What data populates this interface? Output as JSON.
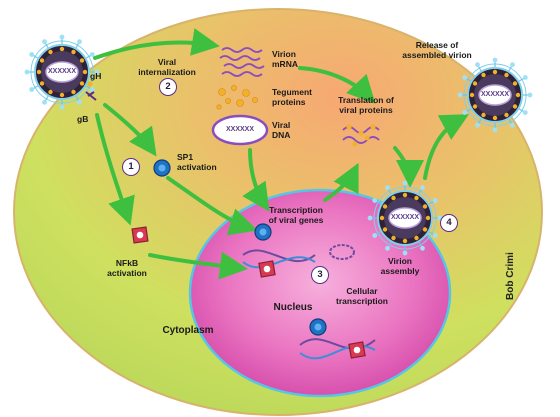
{
  "labels": {
    "gH": "gH",
    "gB": "gB",
    "viral_internalization": "Viral internalization",
    "virion_mrna": "Virion mRNA",
    "tegument_proteins": "Tegument proteins",
    "viral_dna": "Viral DNA",
    "translation_viral_proteins": "Translation of viral proteins",
    "release_assembled_virion": "Release of assembled virion",
    "sp1_activation": "SP1 activation",
    "transcription_viral_genes": "Transcription of viral genes",
    "virion_assembly": "Virion assembly",
    "nfkb_activation": "NFkB activation",
    "nucleus": "Nucleus",
    "cellular_transcription": "Cellular transcription",
    "cytoplasm": "Cytoplasm",
    "genome_text": "XXXXXX"
  },
  "steps": [
    "1",
    "2",
    "3",
    "4"
  ],
  "credit": "Bob Crimi",
  "colors": {
    "cell_green": "#c9df5e",
    "cell_orange": "#f4a46b",
    "nucleus_pink": "#e86ab8",
    "arrow_green": "#3fbf3f",
    "virus_dark": "#3a2a4a",
    "spike_blue": "#7fd0ee",
    "dna_purple": "#6b4aa0"
  }
}
